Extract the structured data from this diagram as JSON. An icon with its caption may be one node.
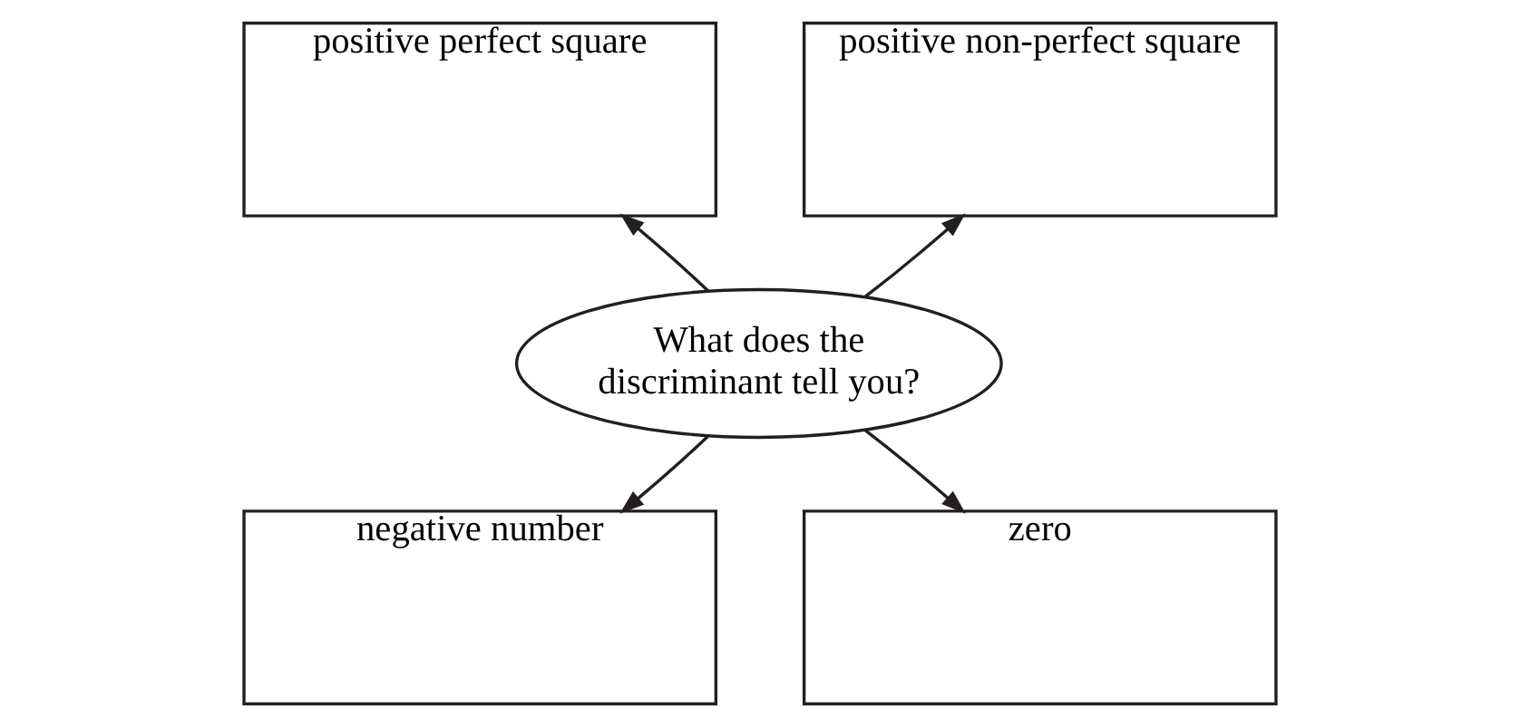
{
  "diagram": {
    "nodes": [
      {
        "text": [
          "positive perfect square"
        ]
      },
      {
        "text": [
          "positive non-perfect square"
        ]
      },
      {
        "text": [
          "What does the discriminant tell you?"
        ]
      },
      {
        "text": [
          "negative number"
        ]
      },
      {
        "text": [
          "zero"
        ]
      }
    ],
    "edges": [
      {
        "from": 2,
        "to": 0,
        "arrow": "to"
      },
      {
        "from": 2,
        "to": 1,
        "arrow": "to"
      },
      {
        "from": 2,
        "to": 3,
        "arrow": "to"
      },
      {
        "from": 2,
        "to": 4,
        "arrow": "to"
      }
    ]
  }
}
